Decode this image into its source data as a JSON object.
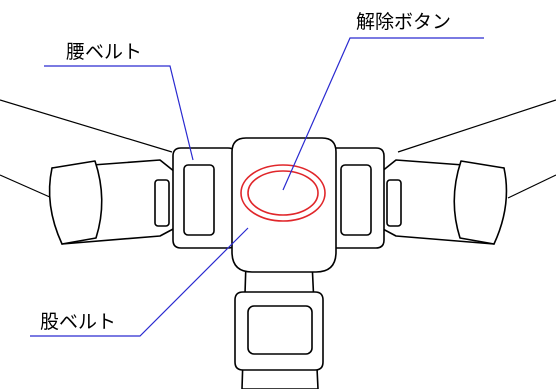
{
  "labels": {
    "release_button": "解除ボタン",
    "waist_belt": "腰ベルト",
    "crotch_belt": "股ベルト"
  },
  "colors": {
    "leader_line": "#2a2ad0",
    "button_ring": "#e0262a",
    "outline": "#000000"
  }
}
